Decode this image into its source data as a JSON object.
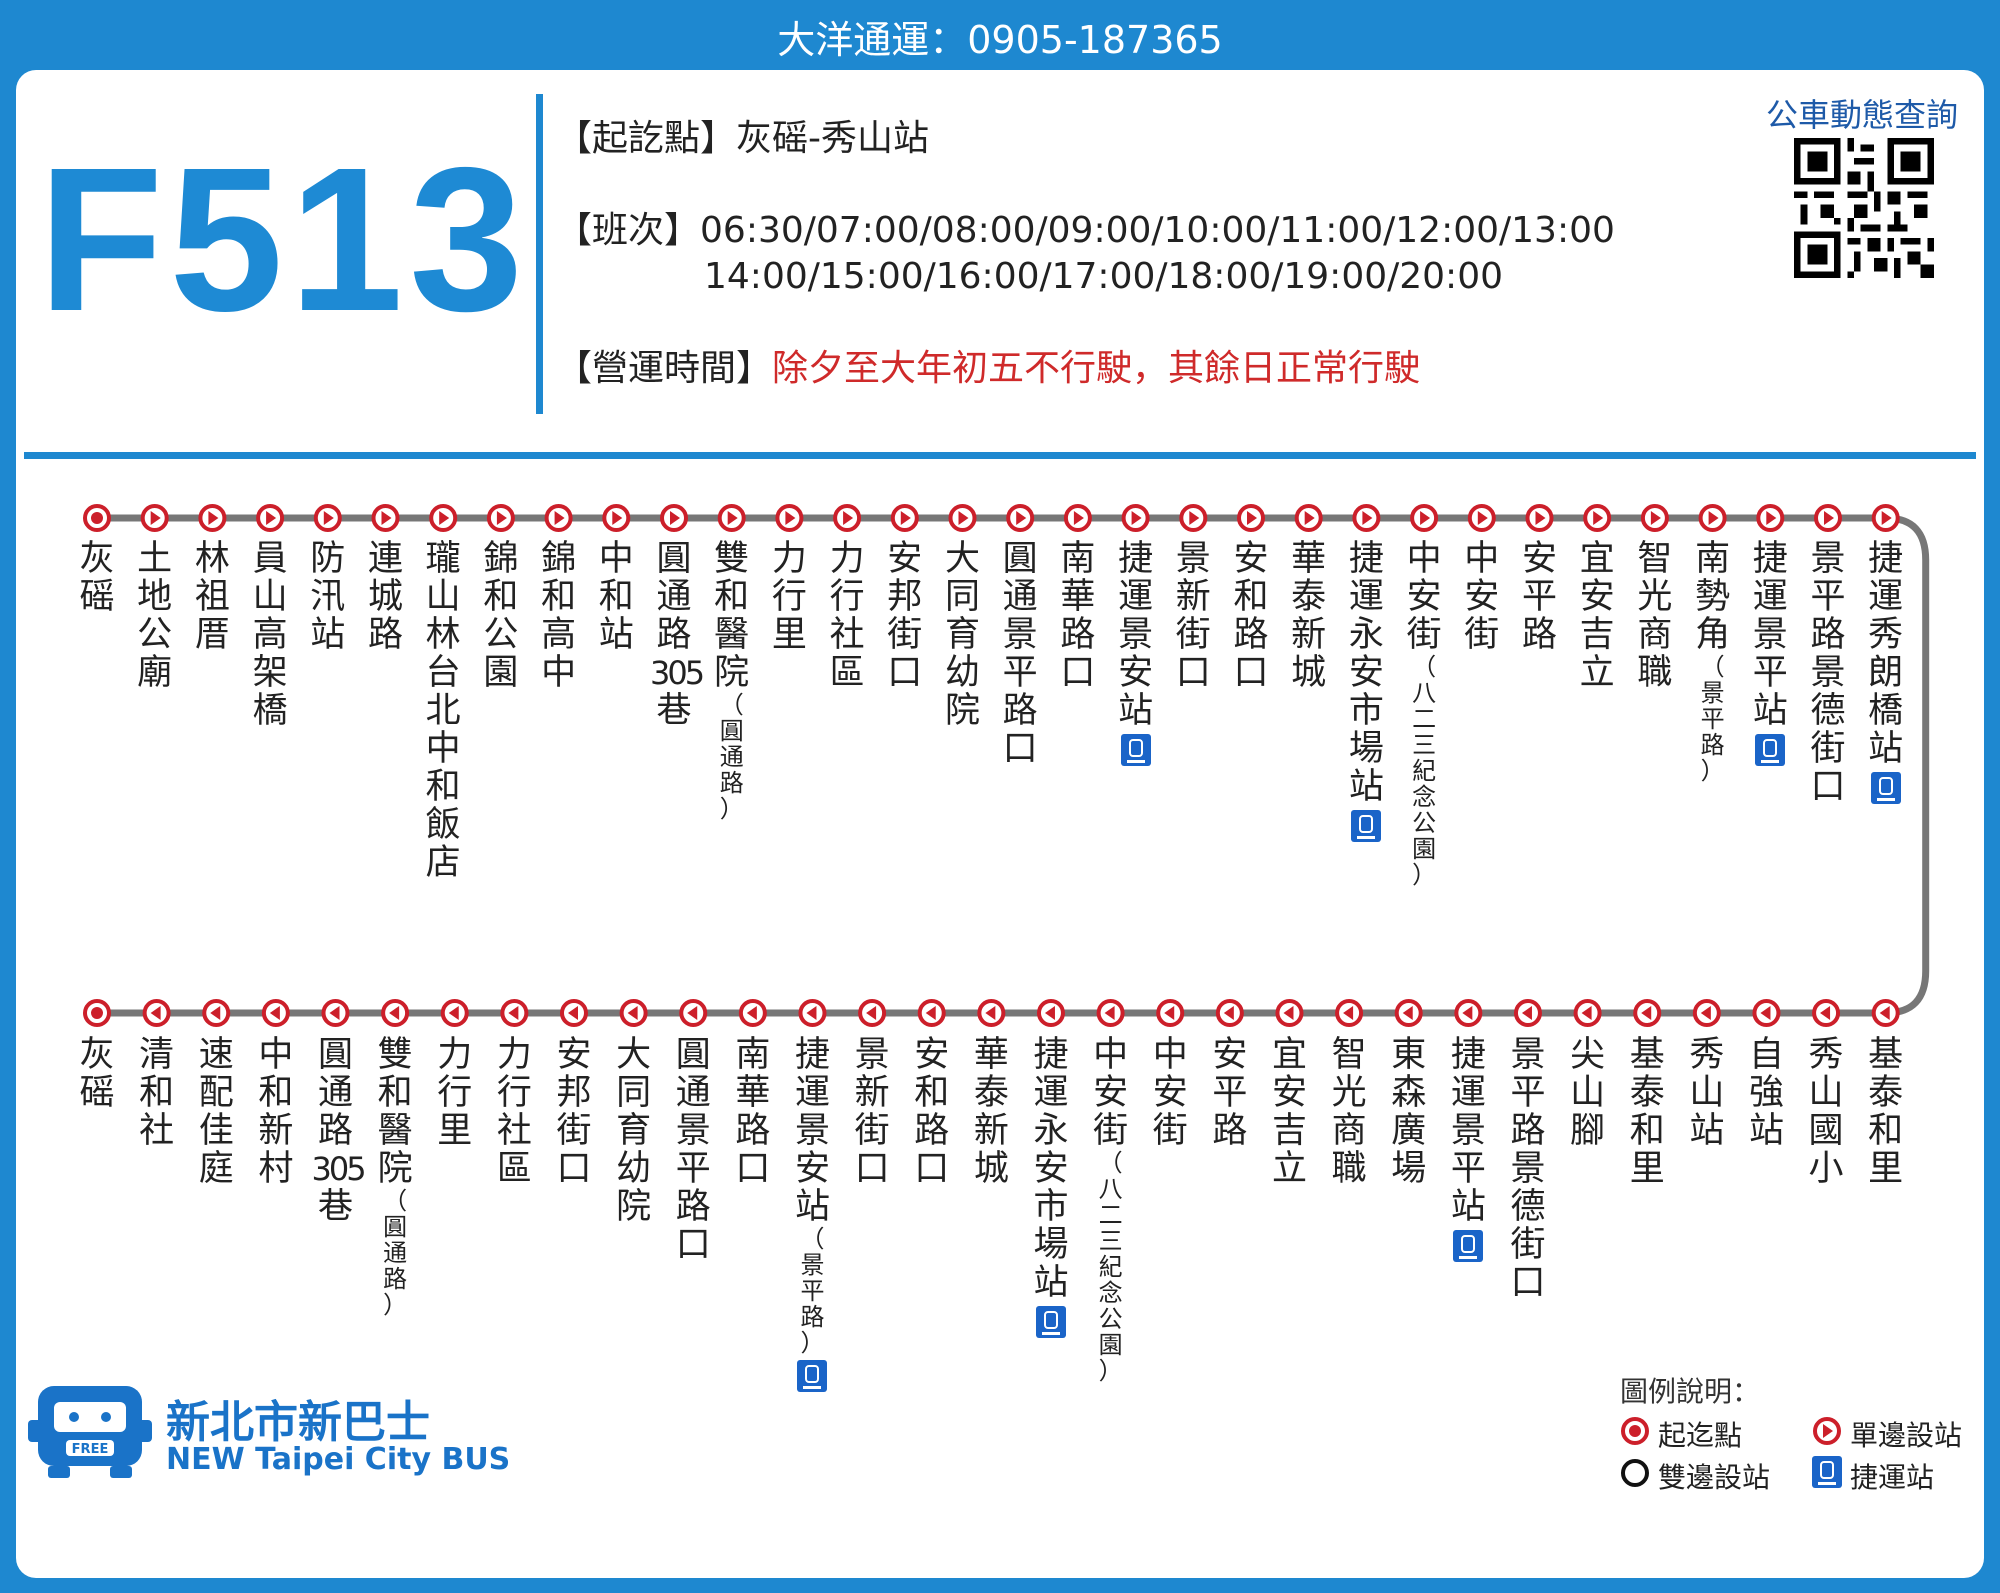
{
  "header": {
    "operator": "大洋通運：0905-187365"
  },
  "route": {
    "number": "F513",
    "terminals_key": "【起訖點】",
    "terminals_value": "灰磘-秀山站",
    "schedule_key": "【班次】",
    "schedule_line1": "06:30/07:00/08:00/09:00/10:00/11:00/12:00/13:00",
    "schedule_line2": "14:00/15:00/16:00/17:00/18:00/19:00/20:00",
    "hours_key": "【營運時間】",
    "hours_value": "除夕至大年初五不行駛，其餘日正常行駛"
  },
  "qr": {
    "label": "公車動態查詢"
  },
  "colors": {
    "accent": "#1e88d0",
    "stop_red": "#cc1f2a",
    "line_gray": "#777777",
    "mrt_blue": "#1a64c8"
  },
  "outbound": [
    {
      "name": "灰磘",
      "type": "terminal"
    },
    {
      "name": "土地公廟",
      "type": "one-way"
    },
    {
      "name": "林祖厝",
      "type": "one-way"
    },
    {
      "name": "員山高架橋",
      "type": "one-way"
    },
    {
      "name": "防汛站",
      "type": "one-way"
    },
    {
      "name": "連城路",
      "type": "one-way"
    },
    {
      "name": "瓏山林台北中和飯店",
      "type": "one-way"
    },
    {
      "name": "錦和公園",
      "type": "one-way"
    },
    {
      "name": "錦和高中",
      "type": "one-way"
    },
    {
      "name": "中和站",
      "type": "one-way"
    },
    {
      "name": "圓通路305巷",
      "type": "one-way"
    },
    {
      "name": "雙和醫院",
      "sub": "（圓通路）",
      "type": "one-way"
    },
    {
      "name": "力行里",
      "type": "one-way"
    },
    {
      "name": "力行社區",
      "type": "one-way"
    },
    {
      "name": "安邦街口",
      "type": "one-way"
    },
    {
      "name": "大同育幼院",
      "type": "one-way"
    },
    {
      "name": "圓通景平路口",
      "type": "one-way"
    },
    {
      "name": "南華路口",
      "type": "one-way"
    },
    {
      "name": "捷運景安站",
      "type": "one-way",
      "mrt": true
    },
    {
      "name": "景新街口",
      "type": "one-way"
    },
    {
      "name": "安和路口",
      "type": "one-way"
    },
    {
      "name": "華泰新城",
      "type": "one-way"
    },
    {
      "name": "捷運永安市場站",
      "type": "one-way",
      "mrt": true
    },
    {
      "name": "中安街",
      "sub": "（八二三紀念公園）",
      "type": "one-way"
    },
    {
      "name": "中安街",
      "type": "one-way"
    },
    {
      "name": "安平路",
      "type": "one-way"
    },
    {
      "name": "宜安吉立",
      "type": "one-way"
    },
    {
      "name": "智光商職",
      "type": "one-way"
    },
    {
      "name": "南勢角",
      "sub": "（景平路）",
      "type": "one-way"
    },
    {
      "name": "捷運景平站",
      "type": "one-way",
      "mrt": true
    },
    {
      "name": "景平路景德街口",
      "type": "one-way"
    },
    {
      "name": "捷運秀朗橋站",
      "type": "one-way",
      "mrt": true
    }
  ],
  "inbound": [
    {
      "name": "灰磘",
      "type": "terminal"
    },
    {
      "name": "清和社",
      "type": "one-way"
    },
    {
      "name": "速配佳庭",
      "type": "one-way"
    },
    {
      "name": "中和新村",
      "type": "one-way"
    },
    {
      "name": "圓通路305巷",
      "type": "one-way"
    },
    {
      "name": "雙和醫院",
      "sub": "（圓通路）",
      "type": "one-way"
    },
    {
      "name": "力行里",
      "type": "one-way"
    },
    {
      "name": "力行社區",
      "type": "one-way"
    },
    {
      "name": "安邦街口",
      "type": "one-way"
    },
    {
      "name": "大同育幼院",
      "type": "one-way"
    },
    {
      "name": "圓通景平路口",
      "type": "one-way"
    },
    {
      "name": "南華路口",
      "type": "one-way"
    },
    {
      "name": "捷運景安站",
      "sub": "（景平路）",
      "type": "one-way",
      "mrt": true
    },
    {
      "name": "景新街口",
      "type": "one-way"
    },
    {
      "name": "安和路口",
      "type": "one-way"
    },
    {
      "name": "華泰新城",
      "type": "one-way"
    },
    {
      "name": "捷運永安市場站",
      "type": "one-way",
      "mrt": true
    },
    {
      "name": "中安街",
      "sub": "（八二三紀念公園）",
      "type": "one-way"
    },
    {
      "name": "中安街",
      "type": "one-way"
    },
    {
      "name": "安平路",
      "type": "one-way"
    },
    {
      "name": "宜安吉立",
      "type": "one-way"
    },
    {
      "name": "智光商職",
      "type": "one-way"
    },
    {
      "name": "東森廣場",
      "type": "one-way"
    },
    {
      "name": "捷運景平站",
      "type": "one-way",
      "mrt": true
    },
    {
      "name": "景平路景德街口",
      "type": "one-way"
    },
    {
      "name": "尖山腳",
      "type": "one-way"
    },
    {
      "name": "基泰和里",
      "type": "one-way"
    },
    {
      "name": "秀山站",
      "type": "one-way"
    },
    {
      "name": "自強站",
      "type": "one-way"
    },
    {
      "name": "秀山國小",
      "type": "one-way"
    },
    {
      "name": "基泰和里",
      "type": "one-way"
    }
  ],
  "logo": {
    "cn": "新北市新巴士",
    "en": "NEW Taipei City BUS",
    "badge": "FREE"
  },
  "legend": {
    "title": "圖例說明：",
    "terminal": "起迄點",
    "one_way": "單邊設站",
    "two_way": "雙邊設站",
    "mrt": "捷運站"
  }
}
